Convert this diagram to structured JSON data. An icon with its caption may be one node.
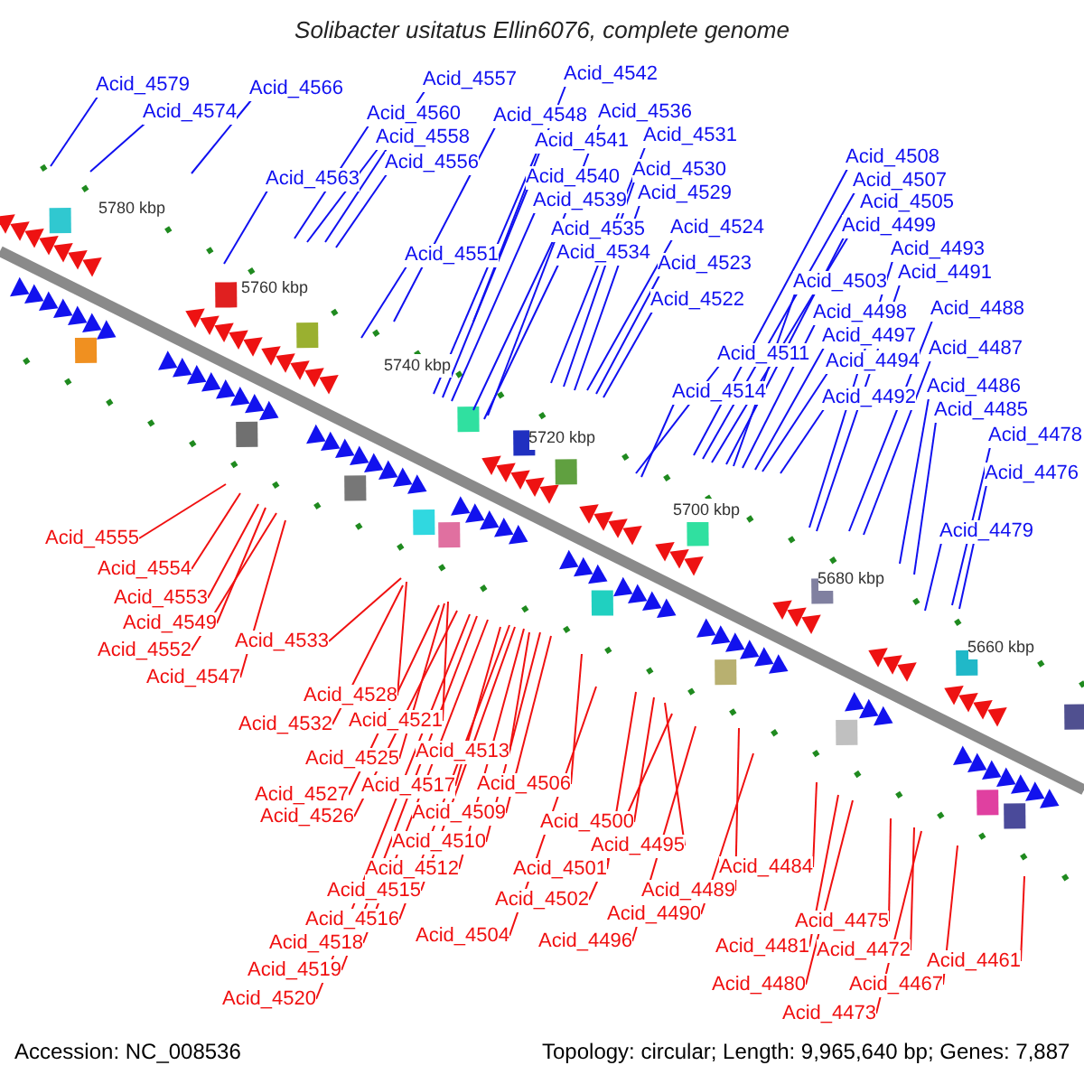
{
  "diagram": {
    "title": "Solibacter usitatus Ellin6076, complete genome",
    "nodes": [
      {
        "text": [
          "Acid_4579"
        ]
      },
      {
        "text": [
          "Acid_4574"
        ]
      },
      {
        "text": [
          "Acid_4566"
        ]
      },
      {
        "text": [
          "Acid_4563"
        ]
      },
      {
        "text": [
          "Acid_4560"
        ]
      },
      {
        "text": [
          "Acid_4558"
        ]
      },
      {
        "text": [
          "Acid_4557"
        ]
      },
      {
        "text": [
          "Acid_4556"
        ]
      },
      {
        "text": [
          "Acid_4551"
        ]
      },
      {
        "text": [
          "Acid_4548"
        ]
      },
      {
        "text": [
          "Acid_4542"
        ]
      },
      {
        "text": [
          "Acid_4541"
        ]
      },
      {
        "text": [
          "Acid_4540"
        ]
      },
      {
        "text": [
          "Acid_4539"
        ]
      },
      {
        "text": [
          "Acid_4536"
        ]
      },
      {
        "text": [
          "Acid_4535"
        ]
      },
      {
        "text": [
          "Acid_4534"
        ]
      },
      {
        "text": [
          "Acid_4531"
        ]
      },
      {
        "text": [
          "Acid_4530"
        ]
      },
      {
        "text": [
          "Acid_4529"
        ]
      },
      {
        "text": [
          "Acid_4524"
        ]
      },
      {
        "text": [
          "Acid_4523"
        ]
      },
      {
        "text": [
          "Acid_4522"
        ]
      },
      {
        "text": [
          "Acid_4508"
        ]
      },
      {
        "text": [
          "Acid_4507"
        ]
      },
      {
        "text": [
          "Acid_4505"
        ]
      },
      {
        "text": [
          "Acid_4499"
        ]
      },
      {
        "text": [
          "Acid_4503"
        ]
      },
      {
        "text": [
          "Acid_4498"
        ]
      },
      {
        "text": [
          "Acid_4497"
        ]
      },
      {
        "text": [
          "Acid_4494"
        ]
      },
      {
        "text": [
          "Acid_4511"
        ]
      },
      {
        "text": [
          "Acid_4514"
        ]
      },
      {
        "text": [
          "Acid_4492"
        ]
      },
      {
        "text": [
          "Acid_4493"
        ]
      },
      {
        "text": [
          "Acid_4491"
        ]
      },
      {
        "text": [
          "Acid_4488"
        ]
      },
      {
        "text": [
          "Acid_4487"
        ]
      },
      {
        "text": [
          "Acid_4486"
        ]
      },
      {
        "text": [
          "Acid_4485"
        ]
      },
      {
        "text": [
          "Acid_4478"
        ]
      },
      {
        "text": [
          "Acid_4476"
        ]
      },
      {
        "text": [
          "Acid_4479"
        ]
      },
      {
        "text": [
          "Acid_4555"
        ]
      },
      {
        "text": [
          "Acid_4554"
        ]
      },
      {
        "text": [
          "Acid_4553"
        ]
      },
      {
        "text": [
          "Acid_4549"
        ]
      },
      {
        "text": [
          "Acid_4552"
        ]
      },
      {
        "text": [
          "Acid_4547"
        ]
      },
      {
        "text": [
          "Acid_4533"
        ]
      },
      {
        "text": [
          "Acid_4528"
        ]
      },
      {
        "text": [
          "Acid_4532"
        ]
      },
      {
        "text": [
          "Acid_4521"
        ]
      },
      {
        "text": [
          "Acid_4525"
        ]
      },
      {
        "text": [
          "Acid_4513"
        ]
      },
      {
        "text": [
          "Acid_4527"
        ]
      },
      {
        "text": [
          "Acid_4517"
        ]
      },
      {
        "text": [
          "Acid_4526"
        ]
      },
      {
        "text": [
          "Acid_4506"
        ]
      },
      {
        "text": [
          "Acid_4509"
        ]
      },
      {
        "text": [
          "Acid_4510"
        ]
      },
      {
        "text": [
          "Acid_4512"
        ]
      },
      {
        "text": [
          "Acid_4515"
        ]
      },
      {
        "text": [
          "Acid_4516"
        ]
      },
      {
        "text": [
          "Acid_4518"
        ]
      },
      {
        "text": [
          "Acid_4519"
        ]
      },
      {
        "text": [
          "Acid_4520"
        ]
      },
      {
        "text": [
          "Acid_4504"
        ]
      },
      {
        "text": [
          "Acid_4500"
        ]
      },
      {
        "text": [
          "Acid_4495"
        ]
      },
      {
        "text": [
          "Acid_4501"
        ]
      },
      {
        "text": [
          "Acid_4502"
        ]
      },
      {
        "text": [
          "Acid_4489"
        ]
      },
      {
        "text": [
          "Acid_4490"
        ]
      },
      {
        "text": [
          "Acid_4496"
        ]
      },
      {
        "text": [
          "Acid_4484"
        ]
      },
      {
        "text": [
          "Acid_4481"
        ]
      },
      {
        "text": [
          "Acid_4480"
        ]
      },
      {
        "text": [
          "Acid_4475"
        ]
      },
      {
        "text": [
          "Acid_4472"
        ]
      },
      {
        "text": [
          "Acid_4473"
        ]
      },
      {
        "text": [
          "Acid_4467"
        ]
      },
      {
        "text": [
          "Acid_4461"
        ]
      }
    ],
    "edges": [
      {
        "from": 0,
        "to": null,
        "arrow": "none"
      },
      {
        "from": 1,
        "to": null,
        "arrow": "none"
      },
      {
        "from": 2,
        "to": null,
        "arrow": "none"
      },
      {
        "from": 3,
        "to": null,
        "arrow": "none"
      },
      {
        "from": 4,
        "to": null,
        "arrow": "none"
      },
      {
        "from": 5,
        "to": null,
        "arrow": "none"
      },
      {
        "from": 6,
        "to": null,
        "arrow": "none"
      },
      {
        "from": 7,
        "to": null,
        "arrow": "none"
      },
      {
        "from": 8,
        "to": null,
        "arrow": "none"
      },
      {
        "from": 9,
        "to": null,
        "arrow": "none"
      },
      {
        "from": 10,
        "to": null,
        "arrow": "none"
      },
      {
        "from": 11,
        "to": null,
        "arrow": "none"
      },
      {
        "from": 12,
        "to": null,
        "arrow": "none"
      },
      {
        "from": 13,
        "to": null,
        "arrow": "none"
      },
      {
        "from": 14,
        "to": null,
        "arrow": "none"
      },
      {
        "from": 15,
        "to": null,
        "arrow": "none"
      },
      {
        "from": 16,
        "to": null,
        "arrow": "none"
      },
      {
        "from": 17,
        "to": null,
        "arrow": "none"
      },
      {
        "from": 18,
        "to": null,
        "arrow": "none"
      },
      {
        "from": 19,
        "to": null,
        "arrow": "none"
      },
      {
        "from": 20,
        "to": null,
        "arrow": "none"
      },
      {
        "from": 21,
        "to": null,
        "arrow": "none"
      },
      {
        "from": 22,
        "to": null,
        "arrow": "none"
      },
      {
        "from": 23,
        "to": null,
        "arrow": "none"
      },
      {
        "from": 24,
        "to": null,
        "arrow": "none"
      },
      {
        "from": 25,
        "to": null,
        "arrow": "none"
      },
      {
        "from": 26,
        "to": null,
        "arrow": "none"
      },
      {
        "from": 27,
        "to": null,
        "arrow": "none"
      },
      {
        "from": 28,
        "to": null,
        "arrow": "none"
      },
      {
        "from": 29,
        "to": null,
        "arrow": "none"
      },
      {
        "from": 30,
        "to": null,
        "arrow": "none"
      },
      {
        "from": 31,
        "to": null,
        "arrow": "none"
      },
      {
        "from": 32,
        "to": null,
        "arrow": "none"
      },
      {
        "from": 33,
        "to": null,
        "arrow": "none"
      },
      {
        "from": 34,
        "to": null,
        "arrow": "none"
      },
      {
        "from": 35,
        "to": null,
        "arrow": "none"
      },
      {
        "from": 36,
        "to": null,
        "arrow": "none"
      },
      {
        "from": 37,
        "to": null,
        "arrow": "none"
      },
      {
        "from": 38,
        "to": null,
        "arrow": "none"
      },
      {
        "from": 39,
        "to": null,
        "arrow": "none"
      },
      {
        "from": 40,
        "to": null,
        "arrow": "none"
      },
      {
        "from": 41,
        "to": null,
        "arrow": "none"
      },
      {
        "from": 42,
        "to": null,
        "arrow": "none"
      },
      {
        "from": 43,
        "to": null,
        "arrow": "none",
        "color": "#f01010"
      },
      {
        "from": 44,
        "to": null,
        "arrow": "none",
        "color": "#f01010"
      },
      {
        "from": 45,
        "to": null,
        "arrow": "none",
        "color": "#f01010"
      },
      {
        "from": 46,
        "to": null,
        "arrow": "none",
        "color": "#f01010"
      },
      {
        "from": 47,
        "to": null,
        "arrow": "none",
        "color": "#f01010"
      },
      {
        "from": 48,
        "to": null,
        "arrow": "none",
        "color": "#f01010"
      },
      {
        "from": 49,
        "to": null,
        "arrow": "none",
        "color": "#f01010"
      },
      {
        "from": 50,
        "to": null,
        "arrow": "none",
        "color": "#f01010"
      },
      {
        "from": 51,
        "to": null,
        "arrow": "none",
        "color": "#f01010"
      },
      {
        "from": 52,
        "to": null,
        "arrow": "none",
        "color": "#f01010"
      },
      {
        "from": 53,
        "to": null,
        "arrow": "none",
        "color": "#f01010"
      },
      {
        "from": 54,
        "to": null,
        "arrow": "none",
        "color": "#f01010"
      },
      {
        "from": 55,
        "to": null,
        "arrow": "none",
        "color": "#f01010"
      },
      {
        "from": 56,
        "to": null,
        "arrow": "none",
        "color": "#f01010"
      },
      {
        "from": 57,
        "to": null,
        "arrow": "none",
        "color": "#f01010"
      },
      {
        "from": 58,
        "to": null,
        "arrow": "none",
        "color": "#f01010"
      },
      {
        "from": 59,
        "to": null,
        "arrow": "none",
        "color": "#f01010"
      },
      {
        "from": 60,
        "to": null,
        "arrow": "none",
        "color": "#f01010"
      },
      {
        "from": 61,
        "to": null,
        "arrow": "none",
        "color": "#f01010"
      },
      {
        "from": 62,
        "to": null,
        "arrow": "none",
        "color": "#f01010"
      },
      {
        "from": 63,
        "to": null,
        "arrow": "none",
        "color": "#f01010"
      },
      {
        "from": 64,
        "to": null,
        "arrow": "none",
        "color": "#f01010"
      },
      {
        "from": 65,
        "to": null,
        "arrow": "none",
        "color": "#f01010"
      },
      {
        "from": 66,
        "to": null,
        "arrow": "none",
        "color": "#f01010"
      },
      {
        "from": 67,
        "to": null,
        "arrow": "none",
        "color": "#f01010"
      },
      {
        "from": 68,
        "to": null,
        "arrow": "none",
        "color": "#f01010"
      },
      {
        "from": 69,
        "to": null,
        "arrow": "none",
        "color": "#f01010"
      },
      {
        "from": 70,
        "to": null,
        "arrow": "none",
        "color": "#f01010"
      },
      {
        "from": 71,
        "to": null,
        "arrow": "none",
        "color": "#f01010"
      },
      {
        "from": 72,
        "to": null,
        "arrow": "none",
        "color": "#f01010"
      },
      {
        "from": 73,
        "to": null,
        "arrow": "none",
        "color": "#f01010"
      },
      {
        "from": 74,
        "to": null,
        "arrow": "none",
        "color": "#f01010"
      },
      {
        "from": 75,
        "to": null,
        "arrow": "none",
        "color": "#f01010"
      },
      {
        "from": 76,
        "to": null,
        "arrow": "none",
        "color": "#f01010"
      },
      {
        "from": 77,
        "to": null,
        "arrow": "none",
        "color": "#f01010"
      },
      {
        "from": 78,
        "to": null,
        "arrow": "none",
        "color": "#f01010"
      },
      {
        "from": 79,
        "to": null,
        "arrow": "none",
        "color": "#f01010"
      },
      {
        "from": 80,
        "to": null,
        "arrow": "none",
        "color": "#f01010"
      },
      {
        "from": 81,
        "to": null,
        "arrow": "none",
        "color": "#f01010"
      },
      {
        "from": 82,
        "to": null,
        "arrow": "none",
        "color": "#f01010"
      }
    ],
    "labels": [
      "5780 kbp",
      "5760 kbp",
      "5740 kbp",
      "5720 kbp",
      "5700 kbp",
      "5680 kbp",
      "5660 kbp",
      "Accession: NC_008536",
      "Topology: circular; Length: 9,965,640 bp; Genes: 7,887"
    ]
  }
}
